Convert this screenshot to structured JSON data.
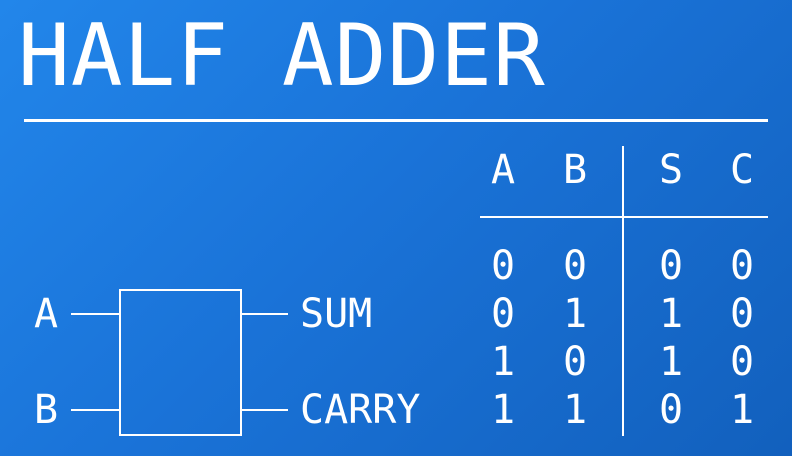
{
  "title": "HALF ADDER",
  "diagram": {
    "input_a": "A",
    "input_b": "B",
    "output_sum": "SUM",
    "output_carry": "CARRY"
  },
  "truth_table": {
    "headers": [
      "A",
      "B",
      "S",
      "C"
    ],
    "rows": [
      [
        "0",
        "0",
        "0",
        "0"
      ],
      [
        "0",
        "1",
        "1",
        "0"
      ],
      [
        "1",
        "0",
        "1",
        "0"
      ],
      [
        "1",
        "1",
        "0",
        "1"
      ]
    ]
  }
}
